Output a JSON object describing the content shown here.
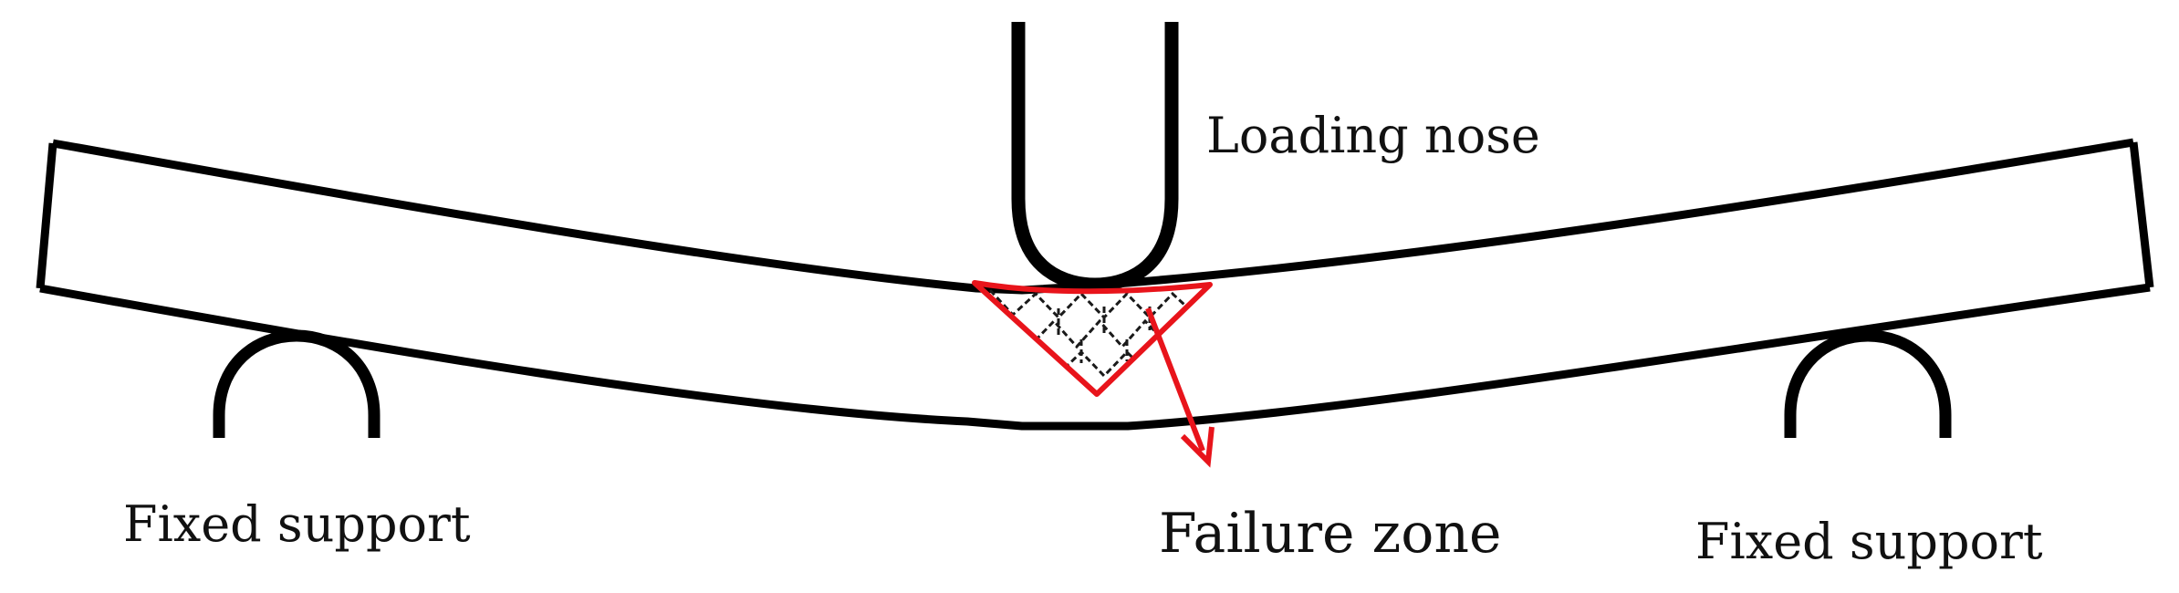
{
  "labels": {
    "loading_nose": "Loading nose",
    "fixed_support_left": "Fixed support",
    "failure_zone": "Failure zone",
    "fixed_support_right": "Fixed support"
  },
  "colors": {
    "outline": "#000000",
    "failure": "#e8141b"
  }
}
